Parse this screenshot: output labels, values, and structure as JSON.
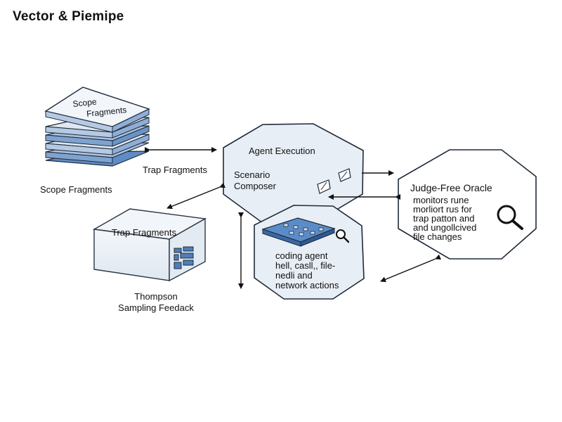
{
  "title": "Vector & Piemipe",
  "scope": {
    "stack_label": "Scope Fragments",
    "caption": "Scope Fragments"
  },
  "trap_fragments_link": "Trap Fragments",
  "trap_box": {
    "label": "Trap Fragments",
    "caption": "Thompson\nSampling Feedack"
  },
  "agent": {
    "title": "Agent Execution",
    "composer": "Scenario\nComposer"
  },
  "coding": {
    "text": "coding agent\nhell, casll,, file-\nnedli and\nnetwork actions"
  },
  "oracle": {
    "title": "Judge-Free Oracle",
    "text": "monitors rune\nmorliort rus for\ntrap patton and\nand ungollcived\nfile changes"
  },
  "colors": {
    "accent": "#4f7fb8",
    "box_fill": "#e8eef5",
    "stroke": "#1e2a3a"
  }
}
